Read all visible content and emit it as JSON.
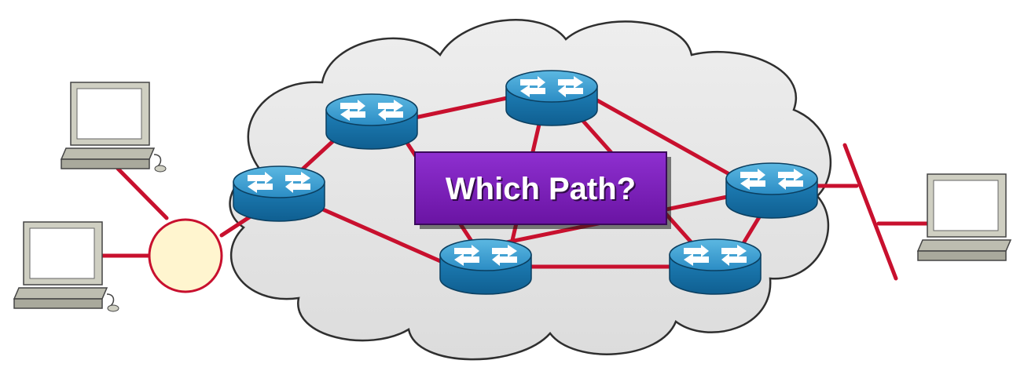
{
  "diagram": {
    "title": "Which Path?",
    "colors": {
      "background": "#ffffff",
      "cloud_fill": "#e6e6e6",
      "cloud_stroke": "#2f2f2f",
      "link": "#c8102e",
      "router_top": "#3aa0d0",
      "router_side": "#1672a8",
      "router_arrow": "#ffffff",
      "label_fill": "#7b1fb5",
      "label_text": "#ffffff",
      "hub_fill": "#fff5cf",
      "pc_body": "#cfcfc2",
      "pc_screen": "#ffffff"
    },
    "nodes": [
      {
        "id": "pc-top-left",
        "type": "computer"
      },
      {
        "id": "pc-bottom-left",
        "type": "computer"
      },
      {
        "id": "pc-right",
        "type": "computer"
      },
      {
        "id": "hub",
        "type": "hub"
      },
      {
        "id": "router-r1",
        "type": "router"
      },
      {
        "id": "router-r2",
        "type": "router"
      },
      {
        "id": "router-r3",
        "type": "router"
      },
      {
        "id": "router-r4",
        "type": "router"
      },
      {
        "id": "router-r5",
        "type": "router"
      },
      {
        "id": "router-r6",
        "type": "router"
      },
      {
        "id": "segment-right",
        "type": "ethernet-segment"
      }
    ],
    "links": [
      [
        "pc-top-left",
        "hub"
      ],
      [
        "pc-bottom-left",
        "hub"
      ],
      [
        "hub",
        "router-r1"
      ],
      [
        "router-r1",
        "router-r2"
      ],
      [
        "router-r1",
        "router-r4"
      ],
      [
        "router-r2",
        "router-r3"
      ],
      [
        "router-r2",
        "router-r4"
      ],
      [
        "router-r3",
        "router-r5"
      ],
      [
        "router-r3",
        "router-r4"
      ],
      [
        "router-r3",
        "router-r6"
      ],
      [
        "router-r4",
        "router-r6"
      ],
      [
        "router-r4",
        "router-r5"
      ],
      [
        "router-r5",
        "router-r6"
      ],
      [
        "router-r5",
        "segment-right"
      ],
      [
        "segment-right",
        "pc-right"
      ]
    ]
  }
}
